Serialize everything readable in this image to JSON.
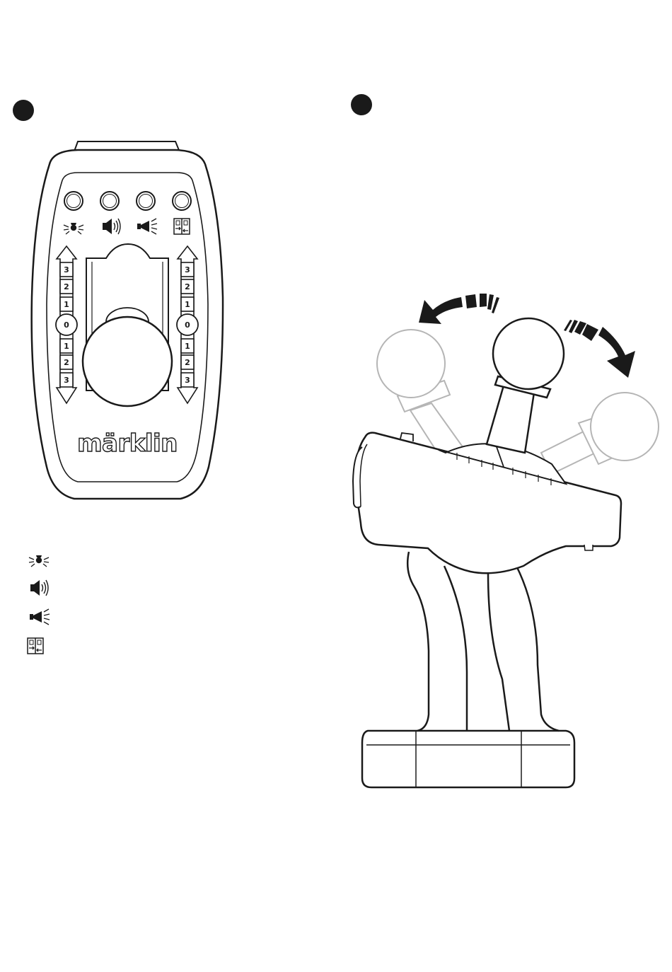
{
  "markers": [
    {
      "id": "step-1",
      "color": "#1a1a1a"
    },
    {
      "id": "step-2",
      "color": "#1a1a1a"
    }
  ],
  "remote": {
    "brand": "märklin",
    "function_buttons": [
      {
        "icon": "light-icon"
      },
      {
        "icon": "sound-icon"
      },
      {
        "icon": "horn-icon"
      },
      {
        "icon": "coupler-icon"
      }
    ],
    "speed_scale_left": [
      "3",
      "2",
      "1",
      "0",
      "1",
      "2",
      "3"
    ],
    "speed_scale_right": [
      "3",
      "2",
      "1",
      "0",
      "1",
      "2",
      "3"
    ]
  },
  "legend": [
    {
      "icon": "light-icon"
    },
    {
      "icon": "sound-icon"
    },
    {
      "icon": "horn-icon"
    },
    {
      "icon": "coupler-icon"
    }
  ],
  "colors": {
    "ink": "#1a1a1a",
    "ghost": "#b5b5b5",
    "paper": "#ffffff"
  }
}
